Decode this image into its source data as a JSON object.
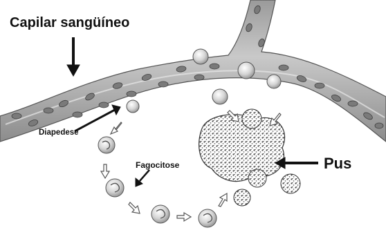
{
  "labels": {
    "capilar": "Capilar sangüíneo",
    "diapedese": "Diapedese",
    "fagocitose": "Fagocitose",
    "pus": "Pus"
  }
}
